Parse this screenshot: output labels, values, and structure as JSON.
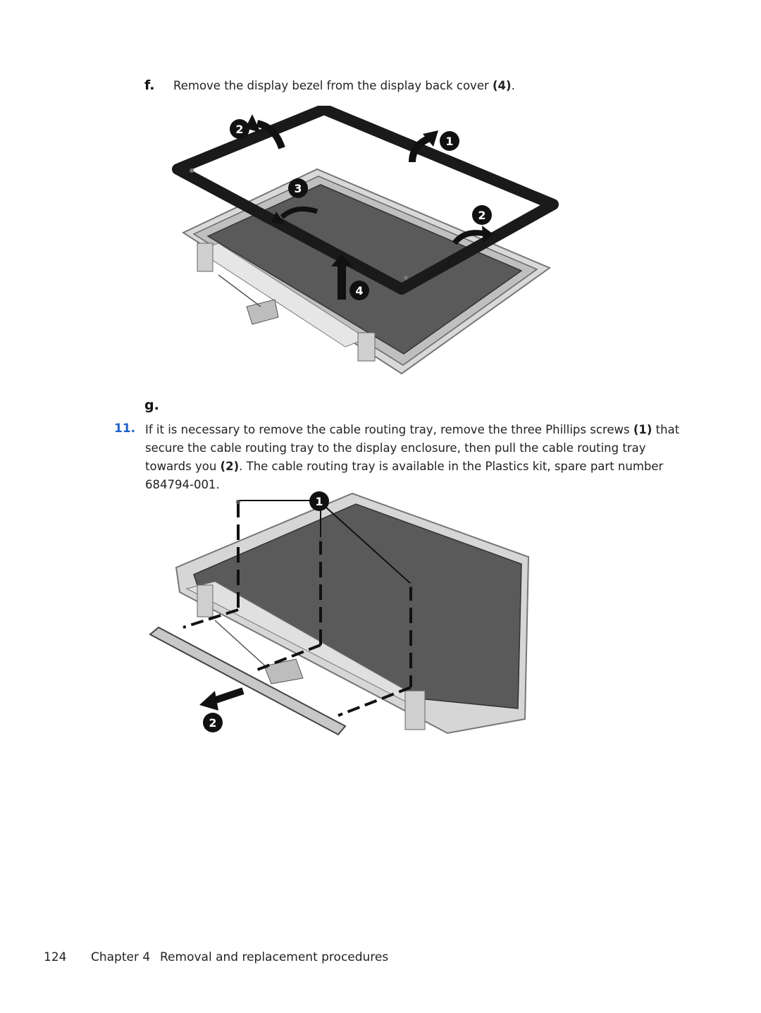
{
  "step_f": {
    "letter": "f.",
    "text_before": "Remove the display bezel from the display back cover ",
    "callout": "(4)",
    "text_after": "."
  },
  "figure1": {
    "callouts": [
      "2",
      "1",
      "3",
      "2",
      "4"
    ]
  },
  "step_g": {
    "letter": "g."
  },
  "step_11": {
    "number": "11.",
    "t1": "If it is necessary to remove the cable routing tray, remove the three Phillips screws ",
    "c1": "(1)",
    "t2": " that secure the cable routing tray to the display enclosure, then pull the cable routing tray towards you ",
    "c2": "(2)",
    "t3": ". The cable routing tray is available in the Plastics kit, spare part number 684794-001."
  },
  "figure2": {
    "callouts": [
      "1",
      "2"
    ]
  },
  "footer": {
    "page_number": "124",
    "chapter": "Chapter 4",
    "title": "Removal and replacement procedures"
  }
}
